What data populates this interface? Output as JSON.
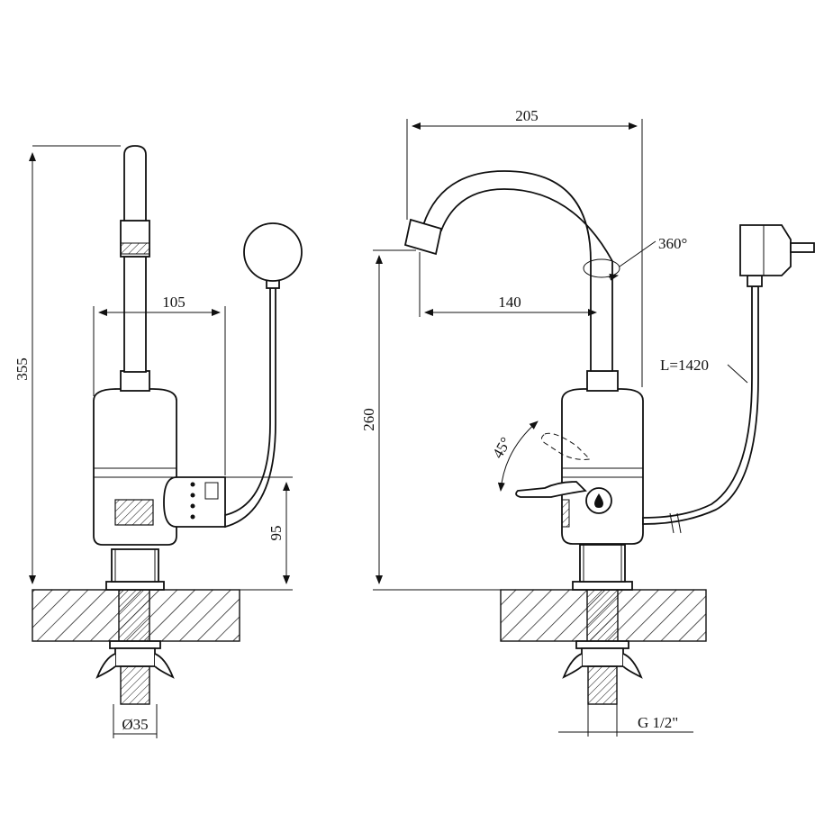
{
  "dimensions": {
    "height_total": "355",
    "base_width": "105",
    "handle_height": "95",
    "hose_diameter": "Ø35",
    "reach_total": "205",
    "spout_reach": "140",
    "spout_height": "260",
    "rotation": "360°",
    "lever_angle": "45°",
    "cable_length": "L=1420",
    "thread": "G 1/2\""
  },
  "colors": {
    "line": "#111111",
    "background": "#ffffff"
  }
}
